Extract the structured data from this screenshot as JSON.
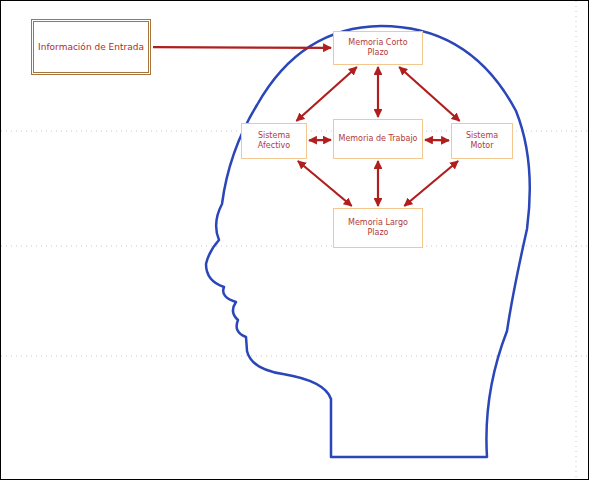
{
  "diagram": {
    "nodes": [
      {
        "text": [
          "Información de Entrada"
        ]
      },
      {
        "text": [
          "Memoria Corto Plazo"
        ]
      },
      {
        "text": [
          "Sistema Afectivo"
        ]
      },
      {
        "text": [
          "Memoria de Trabajo"
        ]
      },
      {
        "text": [
          "Sistema Motor"
        ]
      },
      {
        "text": [
          "Memoria Largo Plazo"
        ]
      }
    ],
    "edges": [
      {
        "from": 0,
        "to": 1,
        "arrow": "to"
      },
      {
        "from": 1,
        "to": 2,
        "arrow": "both"
      },
      {
        "from": 1,
        "to": 3,
        "arrow": "both"
      },
      {
        "from": 1,
        "to": 4,
        "arrow": "both"
      },
      {
        "from": 2,
        "to": 3,
        "arrow": "both"
      },
      {
        "from": 3,
        "to": 4,
        "arrow": "both"
      },
      {
        "from": 3,
        "to": 5,
        "arrow": "both"
      },
      {
        "from": 2,
        "to": 5,
        "arrow": "both"
      },
      {
        "from": 4,
        "to": 5,
        "arrow": "both"
      }
    ]
  }
}
